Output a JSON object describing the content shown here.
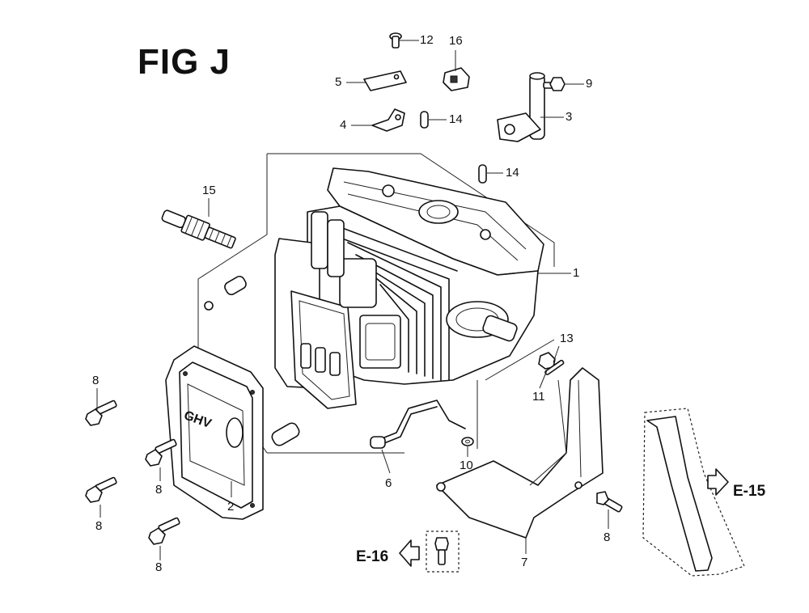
{
  "figure": {
    "title": "FIG J"
  },
  "callouts": {
    "c1": "1",
    "c2": "2",
    "c3": "3",
    "c4": "4",
    "c5": "5",
    "c6": "6",
    "c7": "7",
    "c8a": "8",
    "c8b": "8",
    "c8c": "8",
    "c8d": "8",
    "c8e": "8",
    "c9": "9",
    "c10": "10",
    "c11": "11",
    "c12": "12",
    "c13": "13",
    "c14a": "14",
    "c14b": "14",
    "c15": "15",
    "c16": "16"
  },
  "references": {
    "e15": "E-15",
    "e16": "E-16"
  },
  "cover_logo": "GHV"
}
